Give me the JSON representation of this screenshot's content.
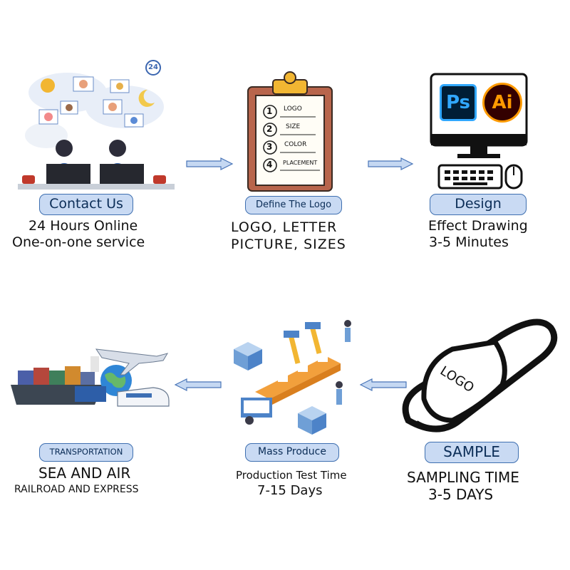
{
  "steps": {
    "contact": {
      "label": "Contact Us",
      "line1": "24 Hours Online",
      "line2": "One-on-one service",
      "badge": "24"
    },
    "define": {
      "label": "Define The Logo",
      "line1": "LOGO, LETTER",
      "line2": "PICTURE, SIZES",
      "checklist": [
        "LOGO",
        "SIZE",
        "COLOR",
        "PLACEMENT"
      ],
      "numbers": [
        "1",
        "2",
        "3",
        "4"
      ]
    },
    "design": {
      "label": "Design",
      "line1": "Effect Drawing",
      "line2": "3-5 Minutes",
      "ps": "Ps",
      "ai": "Ai"
    },
    "sample": {
      "label": "SAMPLE",
      "line1": "SAMPLING TIME",
      "line2": "3-5 DAYS",
      "slipper_text": "LOGO"
    },
    "mass": {
      "label": "Mass Produce",
      "line1": "Production Test Time",
      "line2": "7-15 Days"
    },
    "transport": {
      "label": "TRANSPORTATION",
      "line1": "SEA AND AIR",
      "line2": "RAILROAD AND EXPRESS"
    }
  },
  "colors": {
    "pill_fill": "#c9daf3",
    "pill_border": "#3e6fb0",
    "arrow_fill": "#c5d8f2",
    "arrow_stroke": "#4a76b8"
  }
}
